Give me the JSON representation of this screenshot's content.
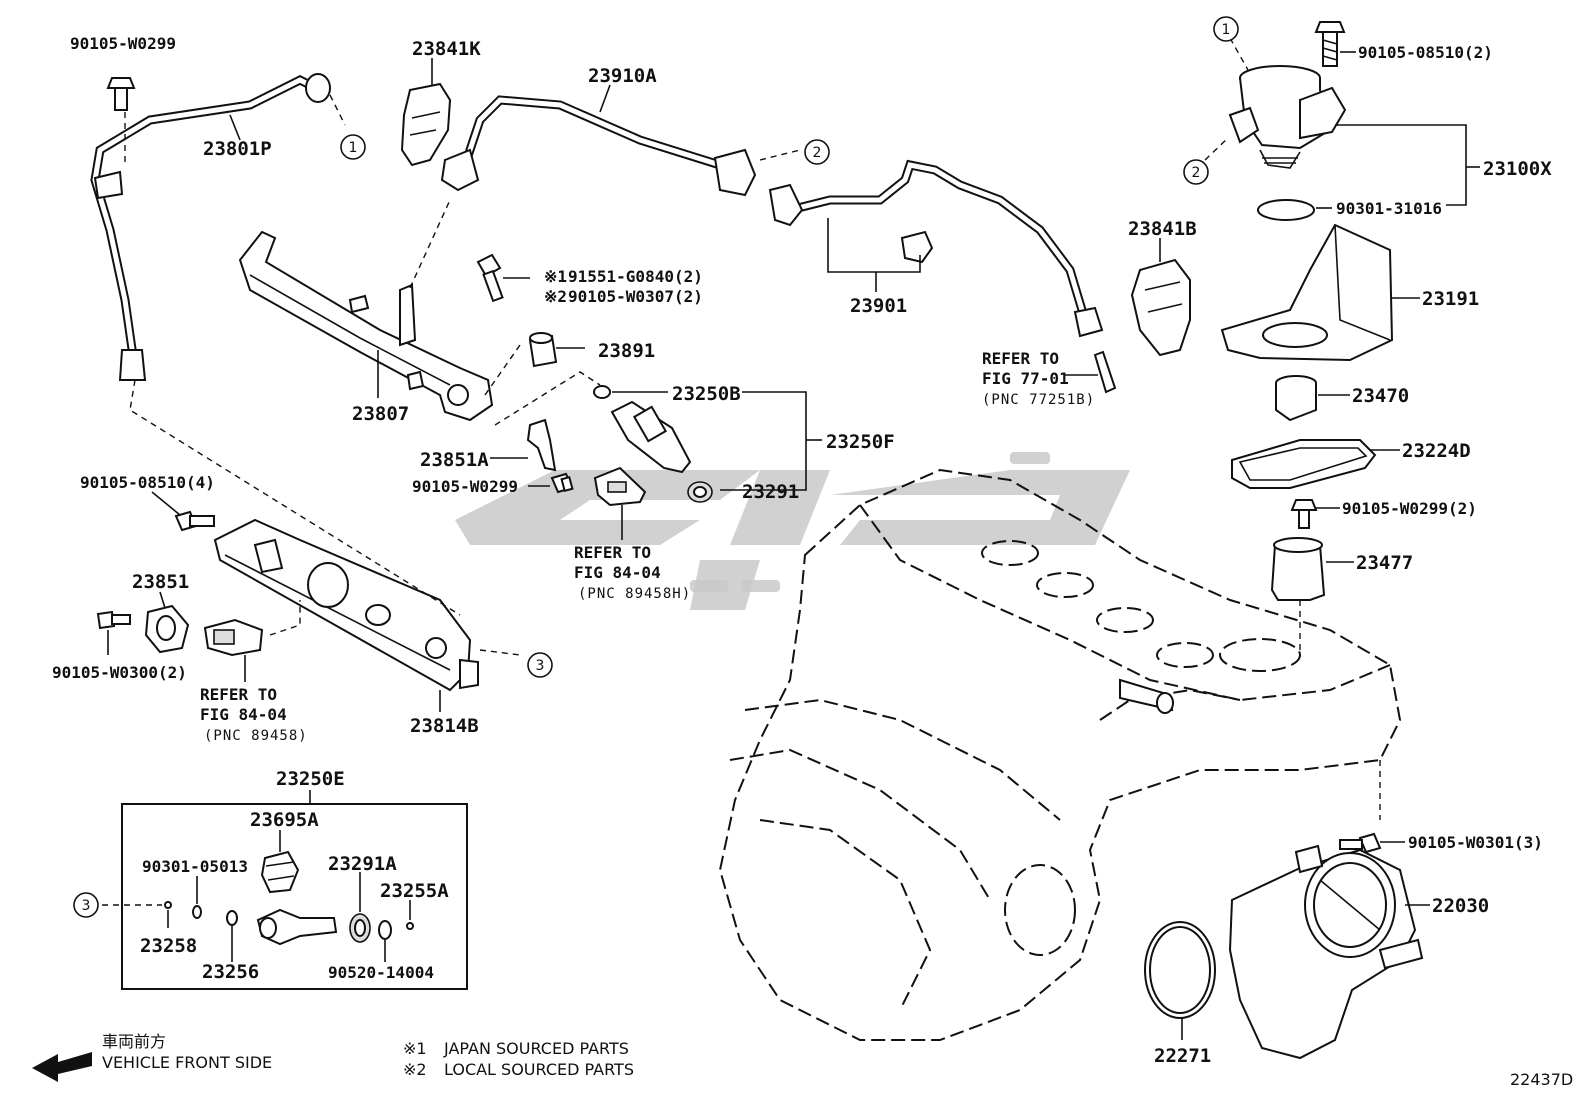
{
  "diagram": {
    "code": "22437D",
    "labels": {
      "p90105_W0299_top": "90105-W0299",
      "p23801P": "23801P",
      "p23841K": "23841K",
      "p23910A": "23910A",
      "p90105_08510_2": "90105-08510(2)",
      "p23100X": "23100X",
      "p90301_31016": "90301-31016",
      "p23191": "23191",
      "p23841B": "23841B",
      "p23901": "23901",
      "p23807": "23807",
      "p23891": "23891",
      "p91551_G0840": "91551-G0840(2)",
      "p90105_W0307": "90105-W0307(2)",
      "p23250B": "23250B",
      "p23250F": "23250F",
      "p23291": "23291",
      "p23851A": "23851A",
      "p90105_W0299_mid": "90105-W0299",
      "p23470": "23470",
      "p23224D": "23224D",
      "p90105_W0299_2": "90105-W0299(2)",
      "p23477": "23477",
      "p90105_08510_4": "90105-08510(4)",
      "p23851": "23851",
      "p90105_W0300_2": "90105-W0300(2)",
      "p23814B": "23814B",
      "p23250E": "23250E",
      "p23695A": "23695A",
      "p90301_05013": "90301-05013",
      "p23291A": "23291A",
      "p23255A": "23255A",
      "p23258": "23258",
      "p23256": "23256",
      "p90520_14004": "90520-14004",
      "p90105_W0301_3": "90105-W0301(3)",
      "p22030": "22030",
      "p22271": "22271"
    },
    "marks": {
      "m1": "※1",
      "m2": "※2"
    },
    "refs": {
      "r77_line1": "REFER TO",
      "r77_line2": "FIG 77-01",
      "r77_line3": "(PNC 77251B)",
      "r84a_line1": "REFER TO",
      "r84a_line2": "FIG 84-04",
      "r84a_line3": "(PNC 89458H)",
      "r84b_line1": "REFER TO",
      "r84b_line2": "FIG 84-04",
      "r84b_line3": "(PNC 89458)"
    },
    "callouts": {
      "c1": "1",
      "c2": "2",
      "c3": "3"
    },
    "direction": {
      "japanese": "車両前方",
      "english": "VEHICLE FRONT SIDE"
    },
    "legend": {
      "mark1": "※1",
      "text1": "JAPAN SOURCED PARTS",
      "mark2": "※2",
      "text2": "LOCAL SOURCED PARTS"
    }
  }
}
